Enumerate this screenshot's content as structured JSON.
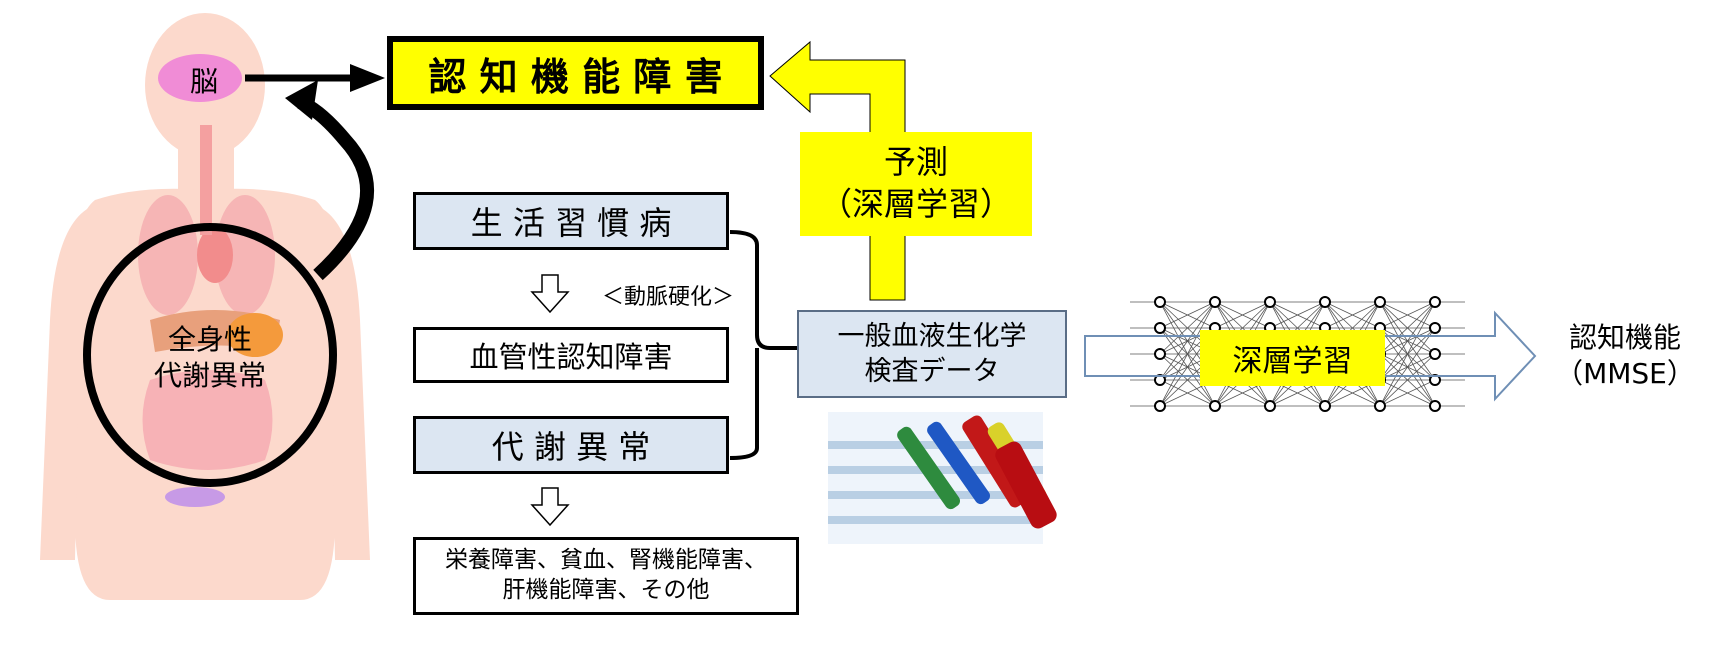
{
  "body": {
    "brain_label": "脳",
    "metabolic_label_line1": "全身性",
    "metabolic_label_line2": "代謝異常"
  },
  "boxes": {
    "cognitive_impairment": "認 知 機 能 障 害",
    "lifestyle_disease": "生 活 習 慣 病",
    "vascular_dementia": "血管性認知障害",
    "metabolic_abnormality": "代 謝 異 常",
    "other_conditions_line1": "栄養障害、貧血、腎機能障害、",
    "other_conditions_line2": "肝機能障害、その他",
    "blood_data_line1": "一般血液生化学",
    "blood_data_line2": "検査データ"
  },
  "labels": {
    "arteriosclerosis": "＜動脈硬化＞",
    "prediction_line1": "予測",
    "prediction_line2": "（深層学習）",
    "deep_learning": "深層学習",
    "output_line1": "認知機能",
    "output_line2": "（MMSE）"
  },
  "colors": {
    "highlight_yellow": "#ffff00",
    "box_blue": "#dce6f2",
    "brain_pink": "#f08cd6",
    "body_skin": "#fcd9cc"
  }
}
